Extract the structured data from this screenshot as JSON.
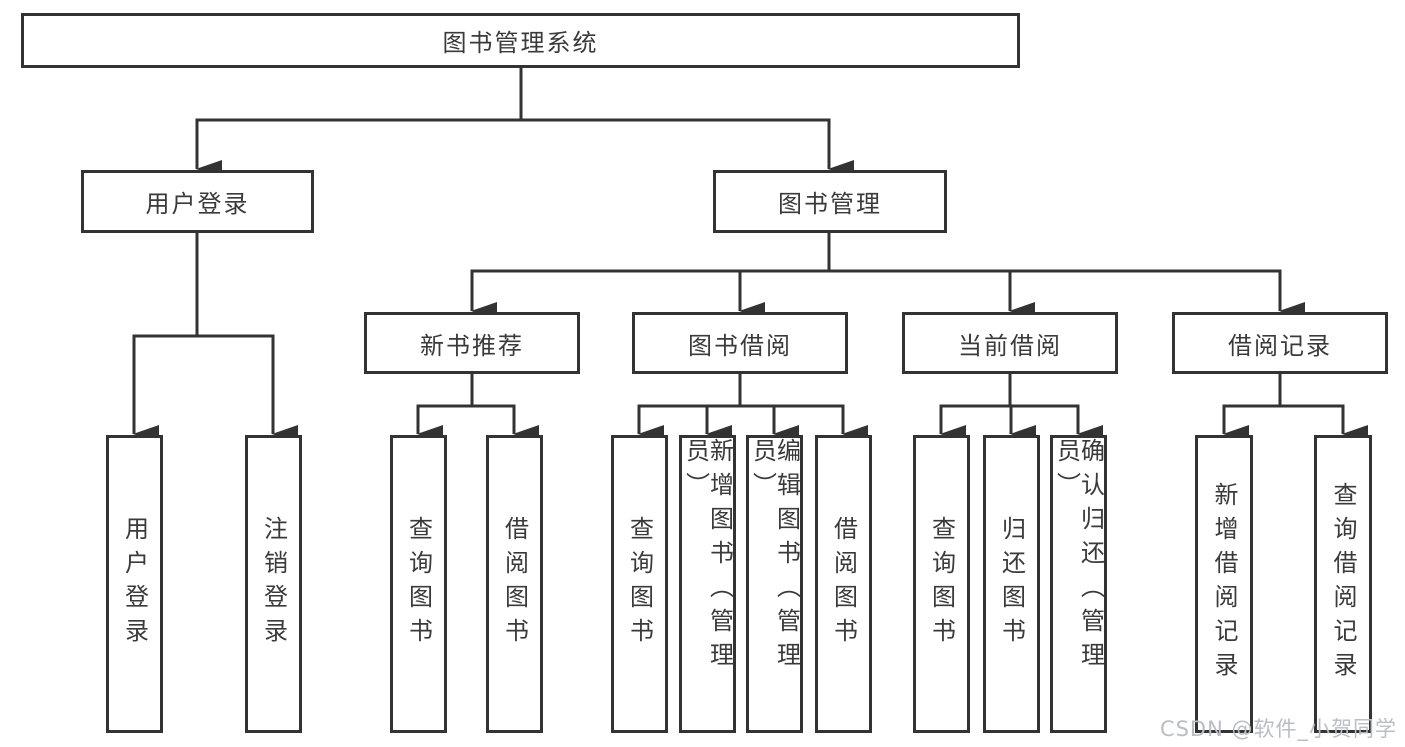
{
  "diagram_title": "图书管理系统",
  "colors": {
    "line": "#333333",
    "text": "#3a3a3a",
    "background": "#ffffff",
    "watermark": "#b9bec5"
  },
  "watermark": {
    "text": "CSDN @软件_小贺同学"
  },
  "tree": {
    "label": "图书管理系统",
    "children": [
      {
        "label": "用户登录",
        "children": [
          {
            "label": "用户登录"
          },
          {
            "label": "注销登录"
          }
        ]
      },
      {
        "label": "图书管理",
        "children": [
          {
            "label": "新书推荐",
            "children": [
              {
                "label": "查询图书"
              },
              {
                "label": "借阅图书"
              }
            ]
          },
          {
            "label": "图书借阅",
            "children": [
              {
                "label": "查询图书"
              },
              {
                "label": "新增图书（管理员）"
              },
              {
                "label": "编辑图书（管理员）"
              },
              {
                "label": "借阅图书"
              }
            ]
          },
          {
            "label": "当前借阅",
            "children": [
              {
                "label": "查询图书"
              },
              {
                "label": "归还图书"
              },
              {
                "label": "确认归还（管理员）"
              }
            ]
          },
          {
            "label": "借阅记录",
            "children": [
              {
                "label": "新增借阅记录"
              },
              {
                "label": "查询借阅记录"
              }
            ]
          }
        ]
      }
    ]
  }
}
